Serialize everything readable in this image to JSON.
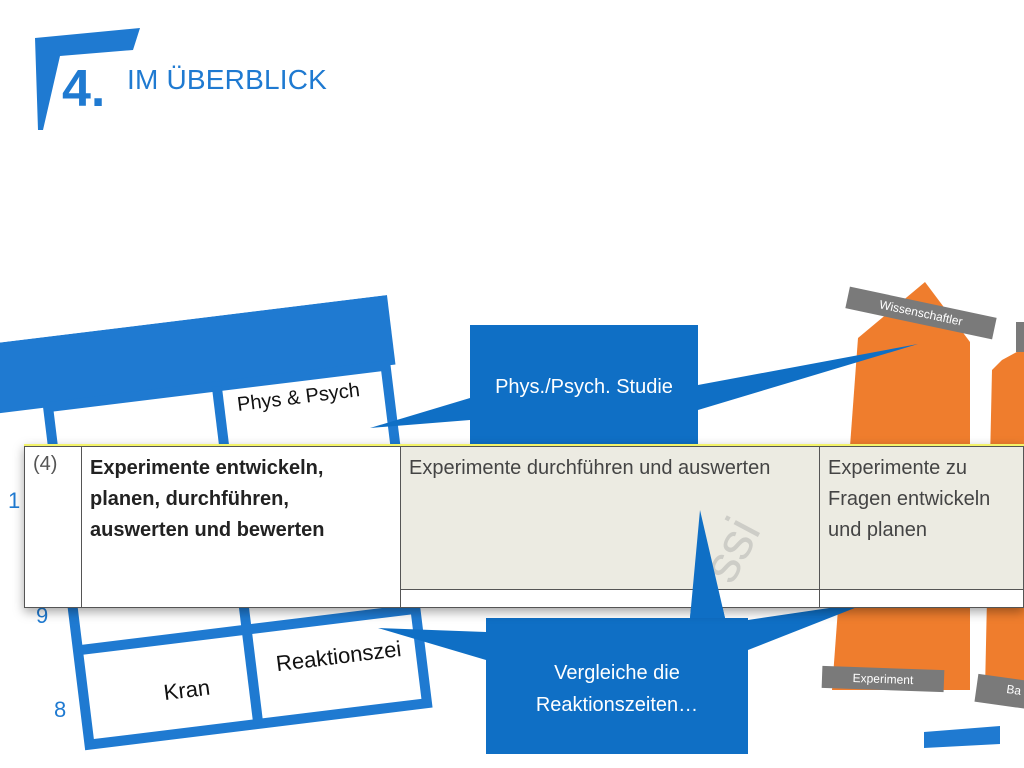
{
  "header": {
    "section_number": "4.",
    "title": "IM ÜBERBLICK"
  },
  "background_table": {
    "cells": {
      "top_right": "Phys & Psych",
      "bottom_left": "Kran",
      "bottom_right": "Reaktionszei"
    },
    "row_numbers": [
      "1",
      "9",
      "8"
    ]
  },
  "arrow_tags": {
    "top": "Wissenschaftler",
    "bottom_left": "Experiment",
    "bottom_right": "Ba"
  },
  "watermark": "ssi",
  "callouts": {
    "top": "Phys./Psych. Studie",
    "bottom": "Vergleiche die Reaktionszeiten…"
  },
  "competency_table": {
    "number": "(4)",
    "main": "Experimente entwickeln, planen, durchführen, auswerten und bewerten",
    "col2": "Experimente durchführen und auswerten",
    "col3": "Experimente zu Fragen entwickeln und planen"
  },
  "colors": {
    "brand_blue": "#1f7ad1",
    "callout_blue": "#0f6fc5",
    "orange": "#ef7d2d",
    "tag_gray": "#7a7a7a",
    "table_highlight": "#f3f36a",
    "cell_shade": "#ecebe2"
  }
}
